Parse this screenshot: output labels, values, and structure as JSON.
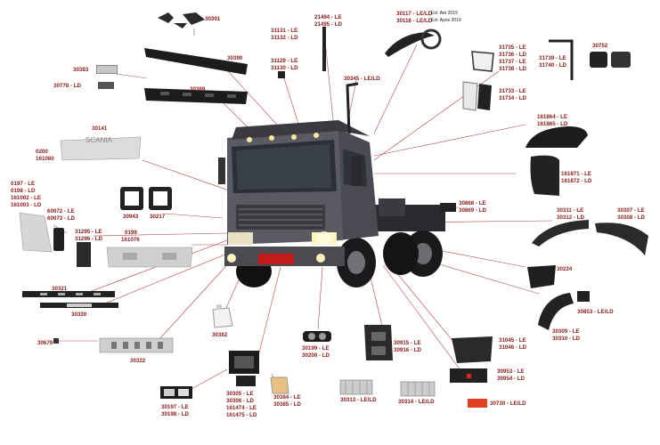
{
  "labels": {
    "l30391": "30391",
    "l30390": "30390",
    "l30383": "30383",
    "l30778": "30778 - LD",
    "l30389": "30389",
    "l30141": "30141",
    "l0200": "0200",
    "l161080": "161080",
    "l0197": "0197 - LE",
    "l0198": "0198 - LD",
    "l161002": "161002 - LE",
    "l161003": "161003 - LD",
    "l30943": "30943",
    "l30217": "30217",
    "l60072": "60072 - LE",
    "l60073": "60073 - LD",
    "l31295": "31295 - LE",
    "l31296": "31296 - LD",
    "l0199": "0199",
    "l161076": "161076",
    "l30321": "30321",
    "l30320": "30320",
    "l30679": "30679",
    "l30322": "30322",
    "l31131": "31131 - LE",
    "l31132": "31132 - LD",
    "l31129": "31129 - LE",
    "l31130": "31130 - LD",
    "l21494": "21494 - LE",
    "l21495": "21495 - LD",
    "l30117": "30117 - LE/LD",
    "l30117s": "Ext. Até 2019",
    "l30118": "30118 - LE/LD",
    "l30118s": "Ext. Após 2019",
    "l30345": "30345 - LE/LD",
    "l31735": "31735 - LE",
    "l31736": "31736 - LD",
    "l31737": "31737 - LE",
    "l31738": "31738 - LD",
    "l31733": "31733 - LE",
    "l31734": "31734 - LD",
    "l31739": "31739 - LE",
    "l31740": "31740 - LD",
    "l30752": "30752",
    "l161864": "161864 - LE",
    "l161865": "161865 - LD",
    "l161871": "161871 - LE",
    "l161872": "161872 - LD",
    "l30868": "30868 - LE",
    "l30869": "30869 - LD",
    "l30311": "30311 - LE",
    "l30312": "30312 - LD",
    "l30307": "30307 - LE",
    "l30308": "30308 - LD",
    "l30224": "30224",
    "l30853": "30853 - LE/LD",
    "l30309": "30309 - LE",
    "l30310": "30310 - LD",
    "l31045": "31045 - LE",
    "l31046": "31046 - LD",
    "l30953": "30953 - LE",
    "l30954": "30954 - LD",
    "l30730": "30730 - LE/LD",
    "l30915": "30915 - LE",
    "l30916": "30916 - LD",
    "l30313": "30313 - LE/LD",
    "l30314": "30314 - LE/LD",
    "l30199": "30199 - LE",
    "l30200": "30200 - LD",
    "l30362": "30362",
    "l30305": "30305 - LE",
    "l30306": "30306 - LD",
    "l161474": "161474 - LE",
    "l161475": "161475 - LD",
    "l30384": "30384 - LE",
    "l30385": "30385 - LD",
    "l30197": "30197 - LE",
    "l30198": "30198 - LD"
  },
  "brand": {
    "grille_text": "SCANIA"
  },
  "colors": {
    "leader_line": "#b04848",
    "code_text": "#8b1a1a",
    "truck_cab": "#5a5a62"
  }
}
